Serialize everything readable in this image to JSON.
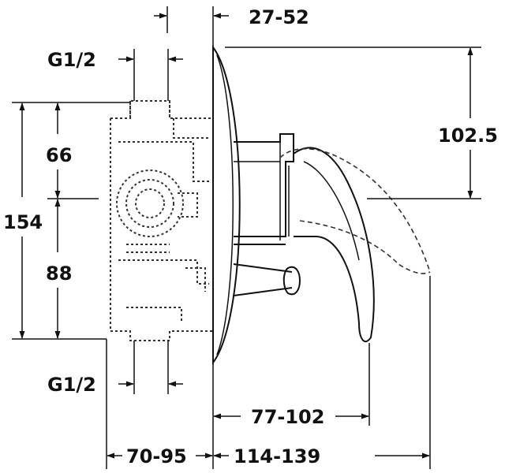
{
  "dimensions": {
    "wall_depth": "27-52",
    "thread_top": "G1/2",
    "thread_bottom": "G1/2",
    "upper_height": "66",
    "lower_height": "88",
    "total_height": "154",
    "lever_height": "102.5",
    "lever_reach": "77-102",
    "body_depth": "70-95",
    "total_reach": "114-139"
  },
  "colors": {
    "line": "#111111",
    "background": "#ffffff"
  }
}
